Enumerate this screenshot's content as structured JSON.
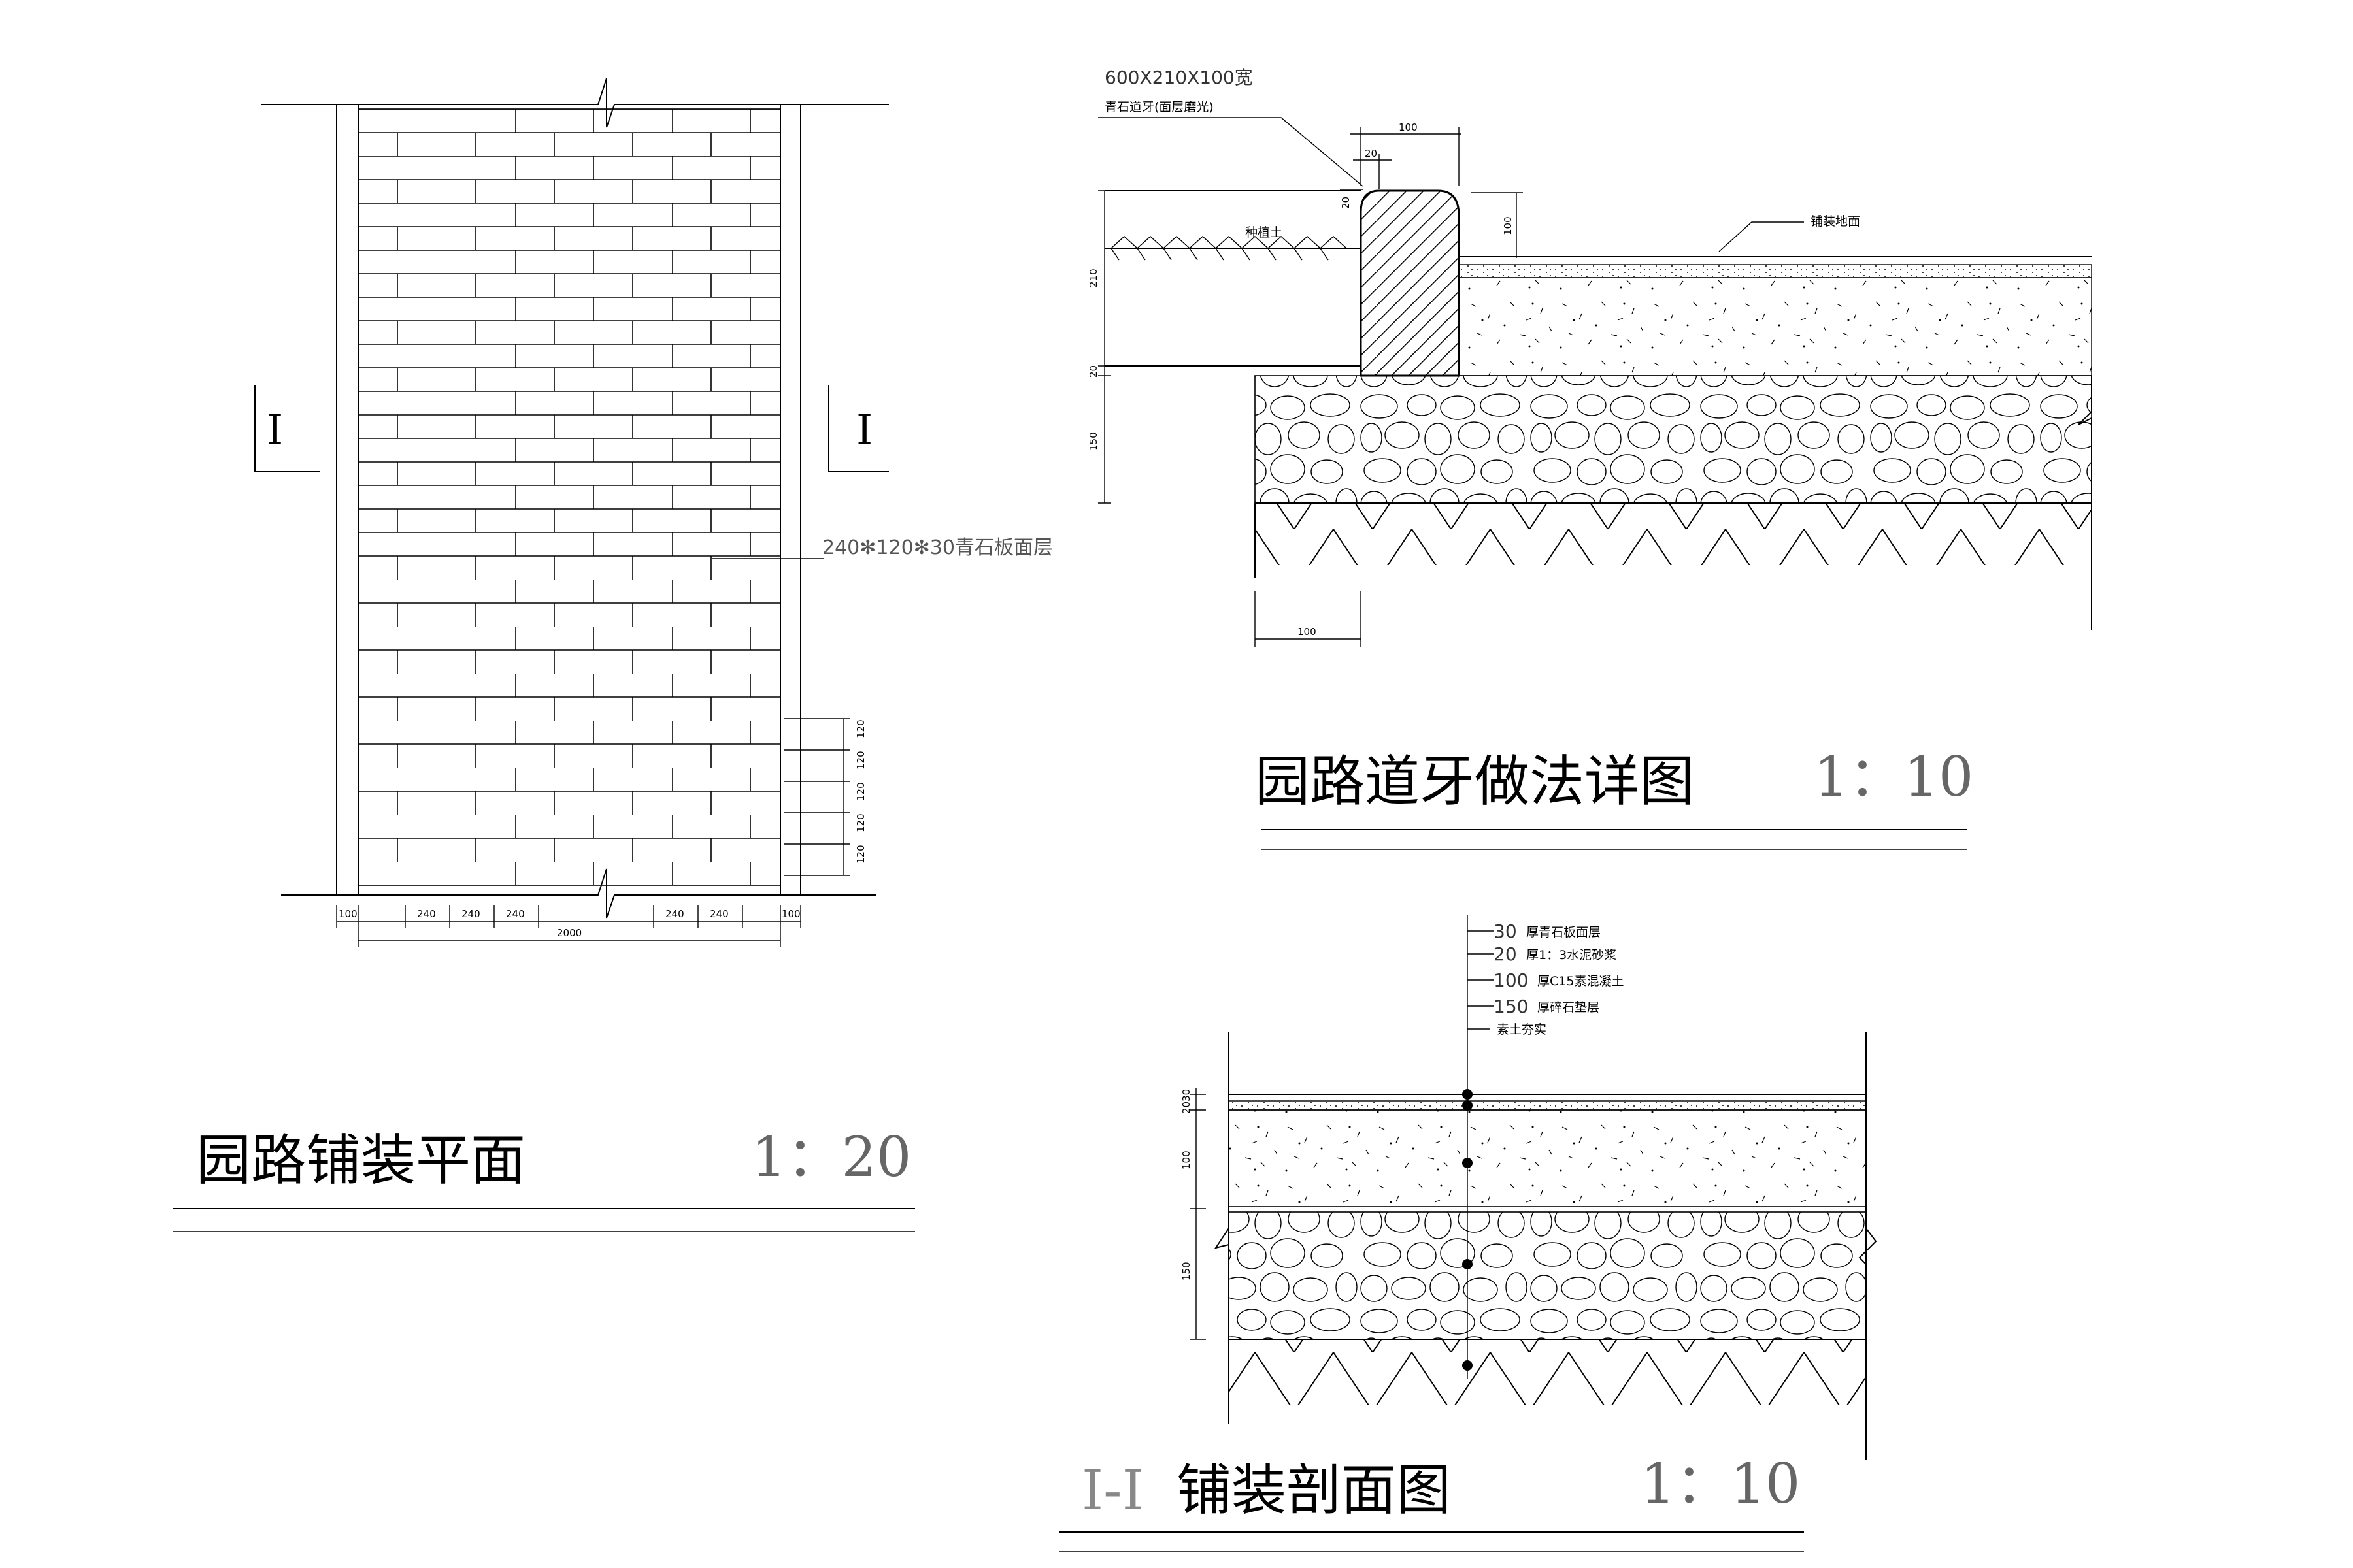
{
  "plan": {
    "title": "园路铺装平面",
    "scale": "1：20",
    "section_mark_left": "I",
    "section_mark_right": "I",
    "material_note": "240✻120✻30青石板面层",
    "dims": {
      "edge_left": "100",
      "edge_right": "100",
      "brick_len_1": "240",
      "brick_len_2": "240",
      "brick_len_3": "240",
      "brick_len_4": "240",
      "brick_len_5": "240",
      "total_width": "2000",
      "row_h_1": "120",
      "row_h_2": "120",
      "row_h_3": "120",
      "row_h_4": "120",
      "row_h_5": "120"
    }
  },
  "curb": {
    "title": "园路道牙做法详图",
    "scale": "1：10",
    "stone_size": "600X210X100宽",
    "stone_note": "青石道牙(面层磨光)",
    "soil_label": "种植土",
    "paving_label": "铺装地面",
    "dims": {
      "top_width": "100",
      "chamfer_w": "20",
      "chamfer_h": "20",
      "rise": "100",
      "height": "210",
      "bed": "20",
      "gravel": "150",
      "foot": "100"
    }
  },
  "section": {
    "title": "铺装剖面图",
    "prefix": "I-I",
    "scale": "1：10",
    "layers": [
      {
        "thick": "30",
        "desc": "厚青石板面层"
      },
      {
        "thick": "20",
        "desc": "厚1：3水泥砂浆"
      },
      {
        "thick": "100",
        "desc": "厚C15素混凝土"
      },
      {
        "thick": "150",
        "desc": "厚碎石垫层"
      },
      {
        "thick": "",
        "desc": "素土夯实"
      }
    ],
    "dims": {
      "top_pair": "2030",
      "concrete": "100",
      "gravel": "150"
    }
  }
}
